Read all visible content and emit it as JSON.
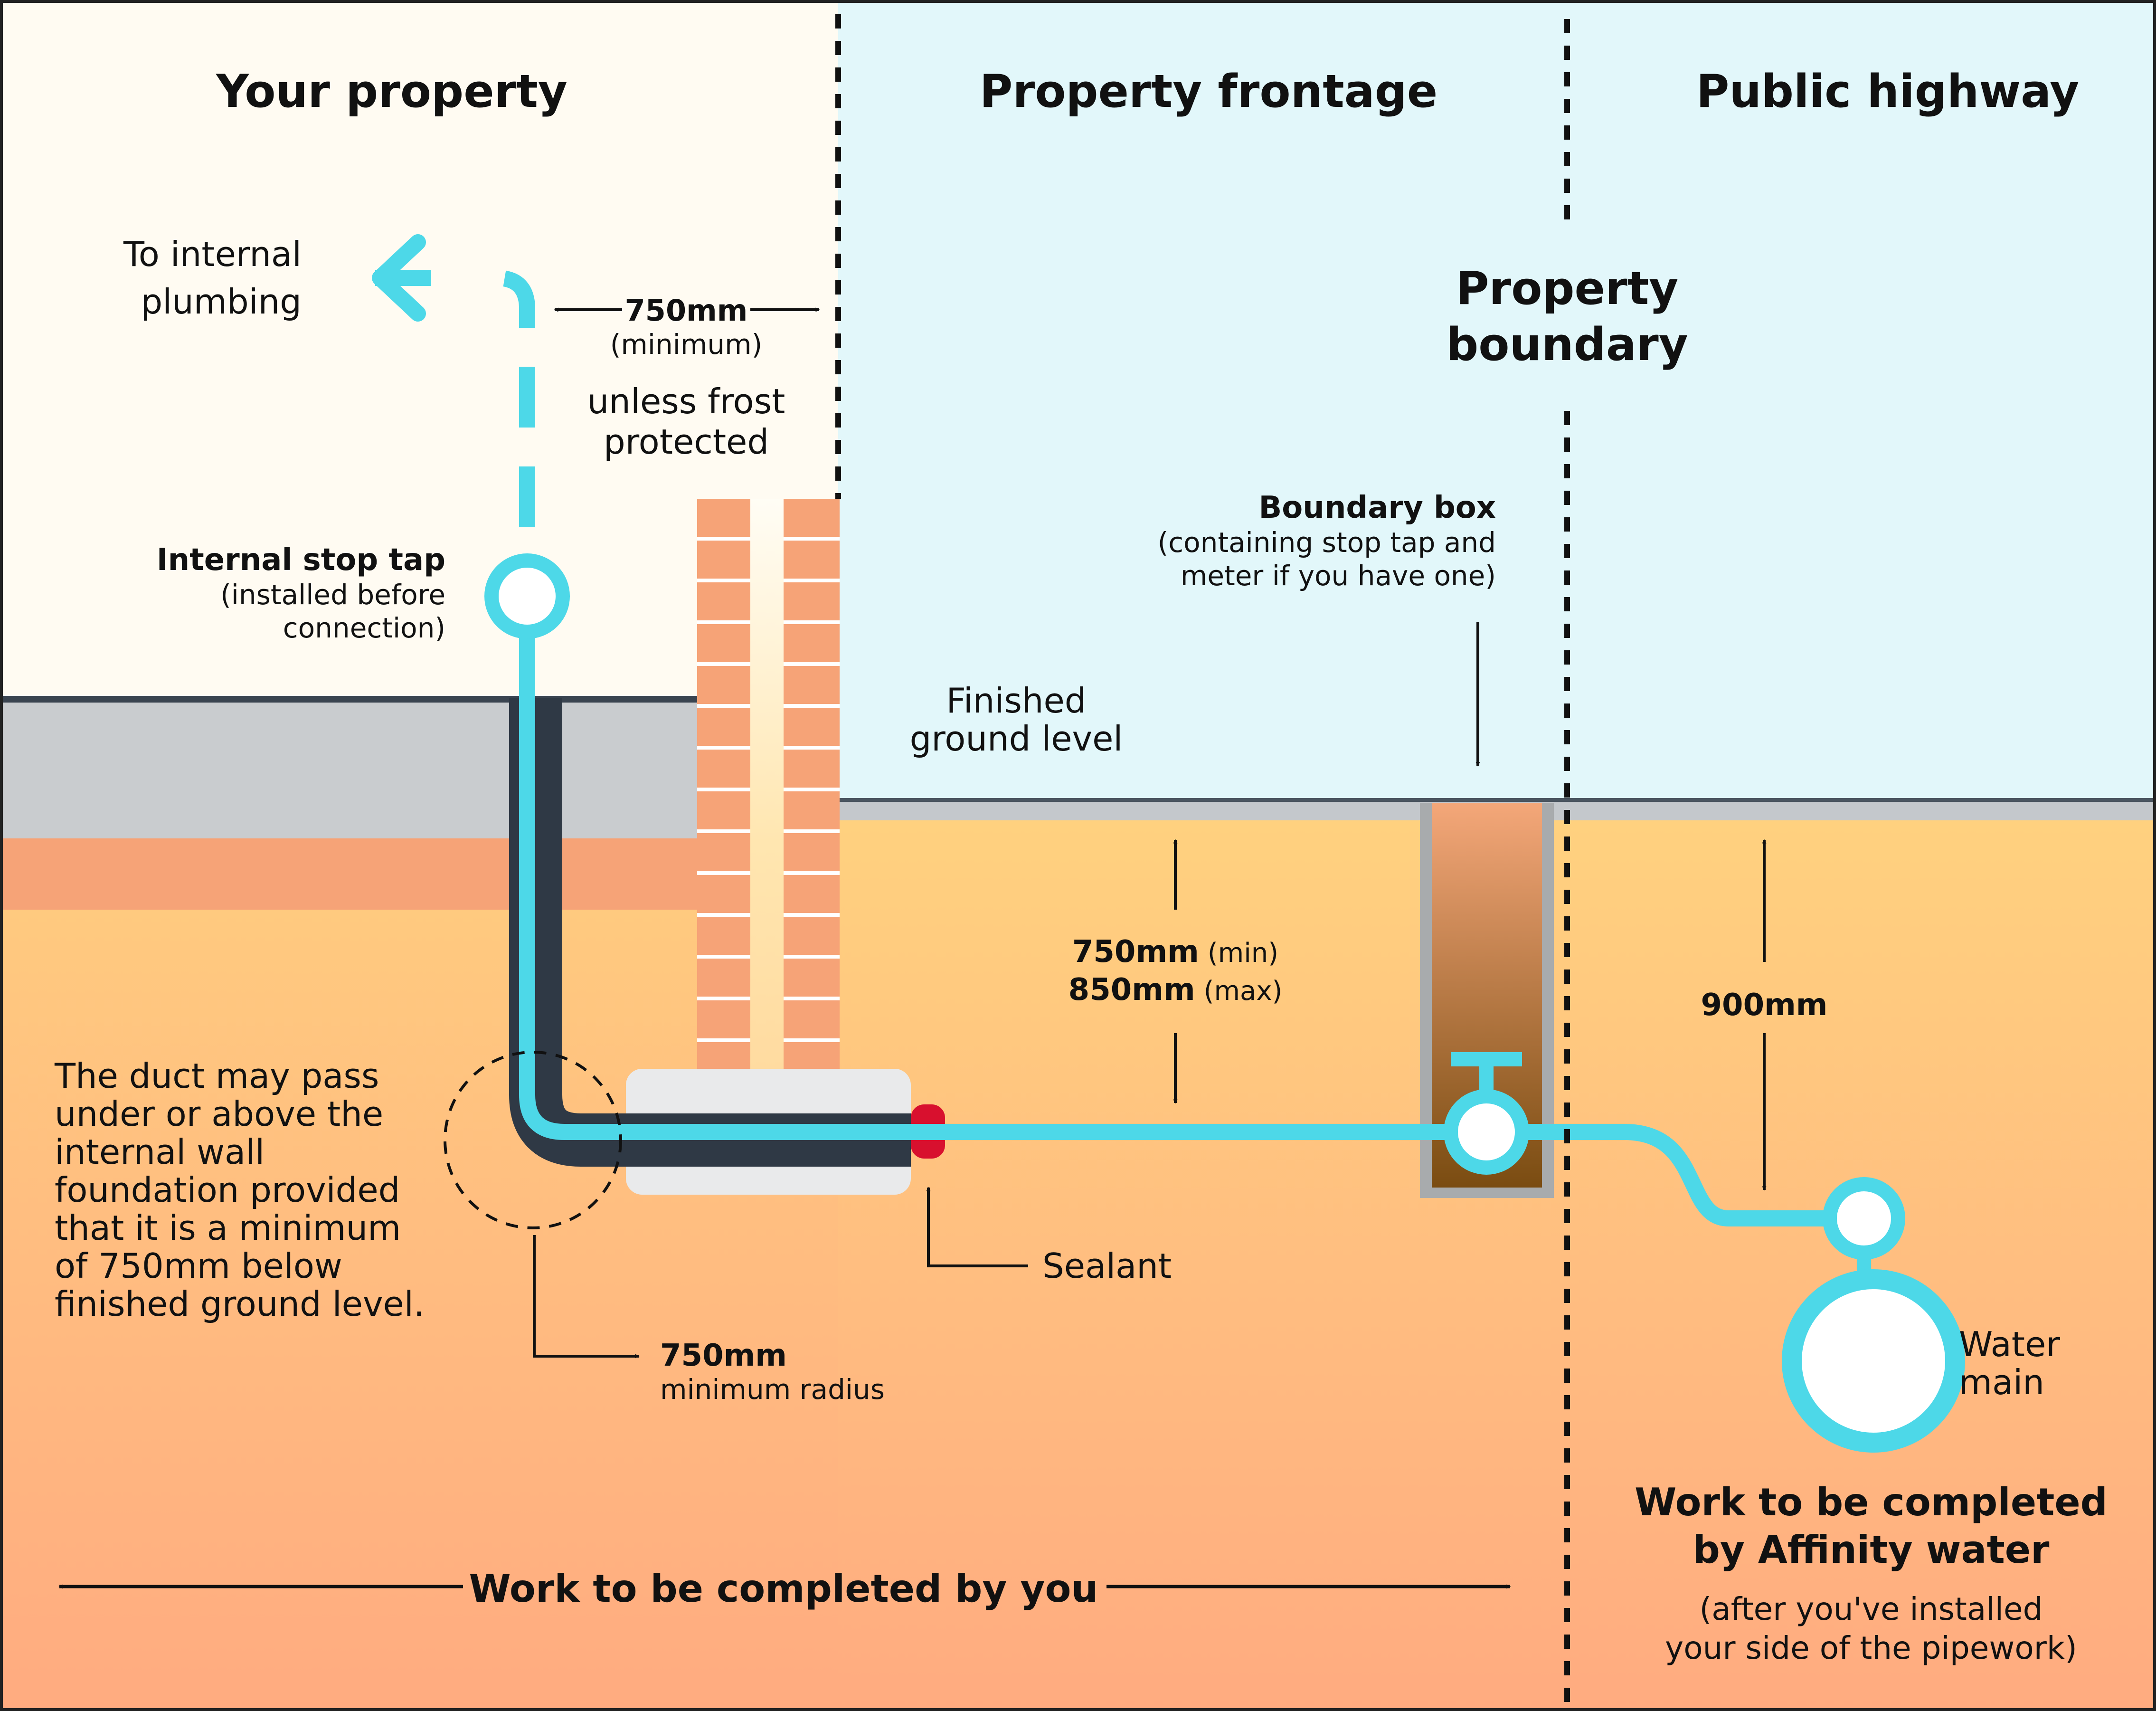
{
  "zones": {
    "your_property": "Your property",
    "property_frontage": "Property frontage",
    "public_highway": "Public highway"
  },
  "property_boundary": [
    "Property",
    "boundary"
  ],
  "internal_plumbing": [
    "To internal",
    "plumbing"
  ],
  "wall_distance": {
    "value": "750mm",
    "note": "(minimum)",
    "frost": [
      "unless frost",
      "protected"
    ]
  },
  "internal_stop_tap": {
    "title": "Internal stop tap",
    "note": [
      "(installed before",
      "connection)"
    ]
  },
  "boundary_box": {
    "title": "Boundary box",
    "note": [
      "(containing stop tap and",
      "meter if you have one)"
    ]
  },
  "finished_ground": [
    "Finished",
    "ground level"
  ],
  "depth_frontage": {
    "min_value": "750mm",
    "min_note": "(min)",
    "max_value": "850mm",
    "max_note": "(max)"
  },
  "depth_highway": "900mm",
  "duct_note": [
    "The duct may pass",
    "under or above the",
    "internal wall",
    "foundation provided",
    "that it is a minimum",
    "of 750mm below",
    "finished ground level."
  ],
  "radius": {
    "value": "750mm",
    "note": "minimum radius"
  },
  "sealant": "Sealant",
  "water_main": [
    "Water",
    "main"
  ],
  "work_you": "Work to be completed by you",
  "work_affinity": {
    "title": [
      "Work to be completed",
      "by Affinity water"
    ],
    "note": [
      "(after you've installed",
      "your side of the pipework)"
    ]
  },
  "colors": {
    "pipe": "#4dd8e8",
    "duct": "#2f3945",
    "sky_property": "#fffbf2",
    "sky_highway": "#e2f7fa",
    "brick": "#f6a377",
    "sealant": "#d8102e"
  }
}
